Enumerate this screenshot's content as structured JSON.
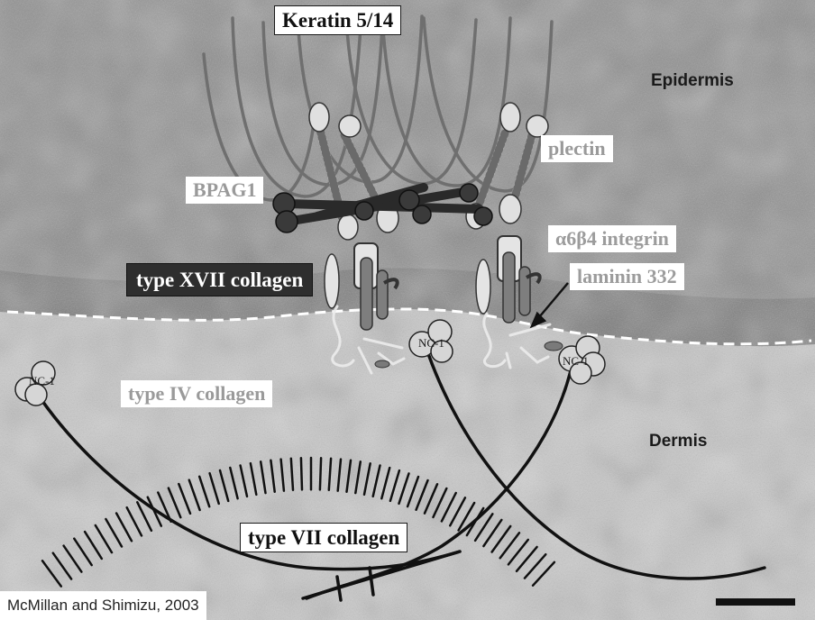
{
  "labels": {
    "keratin": "Keratin 5/14",
    "epidermis": "Epidermis",
    "plectin": "plectin",
    "bpag1": "BPAG1",
    "integrin": "α6β4 integrin",
    "laminin": "laminin 332",
    "type17": "type XVII collagen",
    "type4": "type IV collagen",
    "dermis": "Dermis",
    "type7": "type VII collagen",
    "nc1": "NC-1"
  },
  "citation": "McMillan and Shimizu, 2003",
  "colors": {
    "epidermis_bg": "#8f8f8f",
    "dermis_bg": "#c9c9c9",
    "fiber": "#111111",
    "keratin": "#6f6f6f",
    "membrane": "#ffffff"
  }
}
